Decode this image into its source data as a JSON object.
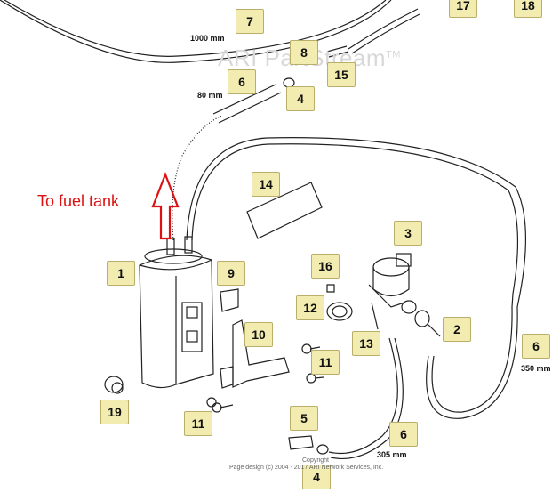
{
  "watermark": {
    "text": "ARI PartStream",
    "tm": "TM"
  },
  "annotation": {
    "text": "To fuel tank",
    "color": "#dd1111"
  },
  "footer": {
    "line1": "Copyright",
    "line2": "Page design (c) 2004 - 2017 ARI Network Services, Inc."
  },
  "dimensions": {
    "d1000": "1000 mm",
    "d80": "80 mm",
    "d350": "350 mm",
    "d305": "305 mm"
  },
  "callouts": {
    "c17": "17",
    "c18": "18",
    "c7": "7",
    "c8": "8",
    "c15": "15",
    "c6a": "6",
    "c4a": "4",
    "c14": "14",
    "c3": "3",
    "c1": "1",
    "c9": "9",
    "c16": "16",
    "c12": "12",
    "c10": "10",
    "c2": "2",
    "c13": "13",
    "c6b": "6",
    "c11a": "11",
    "c19": "19",
    "c11b": "11",
    "c5": "5",
    "c6c": "6",
    "c4b": "4"
  },
  "colors": {
    "callout_fill": "#f3ecb0",
    "line": "#222222",
    "arrow": "#dd1111"
  }
}
